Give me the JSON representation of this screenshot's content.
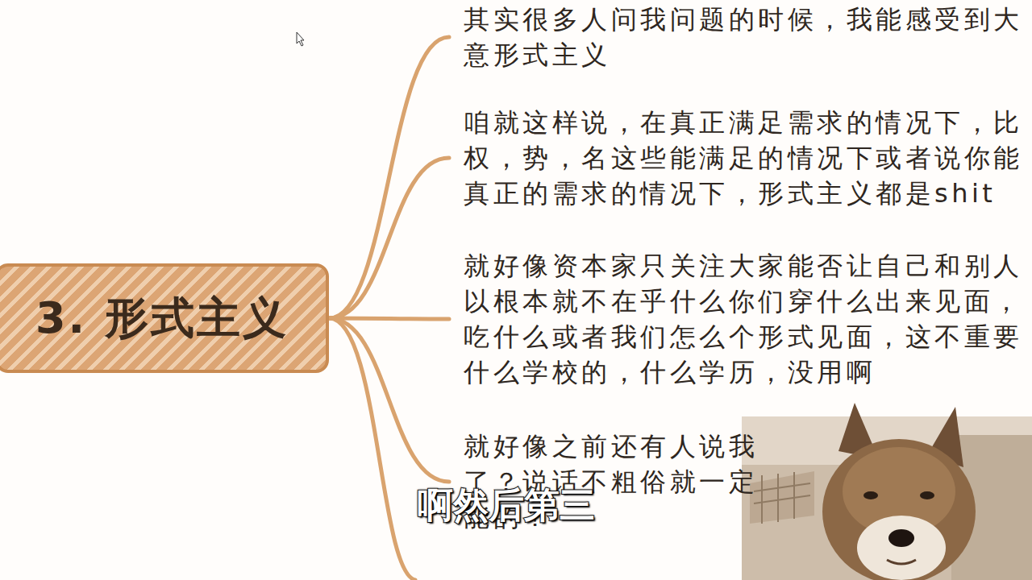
{
  "diagram": {
    "nodes": [
      {
        "text": [
          "3. 形式主义"
        ]
      },
      {
        "text": [
          "其实很多人问我问题的时候，我能感受到大 意形式主义"
        ]
      },
      {
        "text": [
          "咱就这样说，在真正满足需求的情况下，比 权，势，名这些能满足的情况下或者说你能 真正的需求的情况下，形式主义都是shit"
        ]
      },
      {
        "text": [
          "就好像资本家只关注大家能否让自己和别人 以根本就不在乎什么你们穿什么出来见面， 吃什么或者我们怎么个形式见面，这不重要 什么学校的，什么学历，没用啊"
        ]
      },
      {
        "text": [
          "就好像之前还有人说我 了？说话不粗俗就一定 能的？"
        ]
      }
    ],
    "edges": [
      {
        "from": 0,
        "to": 1,
        "arrow": "none"
      },
      {
        "from": 0,
        "to": 2,
        "arrow": "none"
      },
      {
        "from": 0,
        "to": 3,
        "arrow": "none"
      },
      {
        "from": 0,
        "to": 4,
        "arrow": "none"
      }
    ],
    "labels": [
      "啊然后第三"
    ]
  }
}
